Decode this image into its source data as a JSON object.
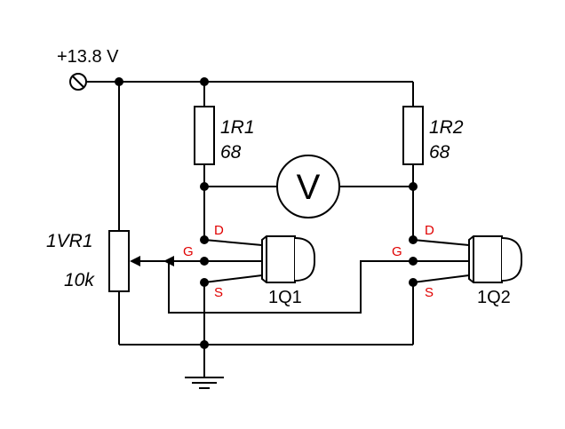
{
  "supply": {
    "label": "+13.8 V"
  },
  "resistors": [
    {
      "ref": "1R1",
      "value": "68"
    },
    {
      "ref": "1R2",
      "value": "68"
    }
  ],
  "voltmeter": {
    "symbol": "V"
  },
  "potentiometer": {
    "ref": "1VR1",
    "value": "10k"
  },
  "transistors": [
    {
      "ref": "1Q1",
      "pins": {
        "d": "D",
        "g": "G",
        "s": "S"
      }
    },
    {
      "ref": "1Q2",
      "pins": {
        "d": "D",
        "g": "G",
        "s": "S"
      }
    }
  ],
  "colors": {
    "wire": "#000000",
    "pin_label": "#e00000"
  }
}
